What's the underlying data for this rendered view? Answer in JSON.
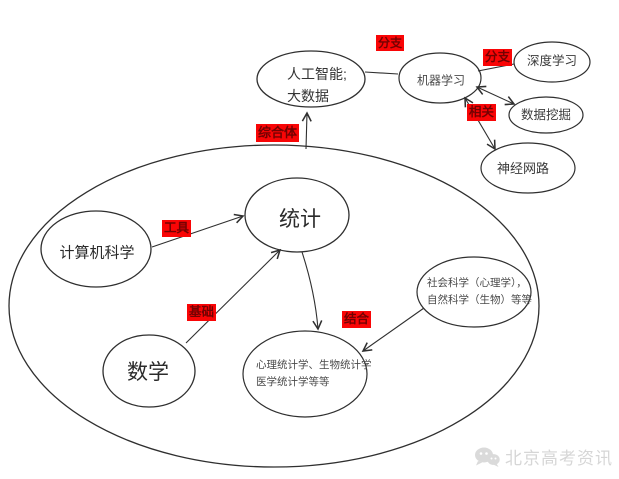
{
  "nodes": {
    "ai_bigdata": {
      "line1": "人工智能;",
      "line2": "大数据"
    },
    "machine_learning": {
      "label": "机器学习"
    },
    "deep_learning": {
      "label": "深度学习"
    },
    "data_mining": {
      "label": "数据挖掘"
    },
    "neural_network": {
      "label": "神经网路"
    },
    "statistics": {
      "label": "统计"
    },
    "computer_science": {
      "label": "计算机科学"
    },
    "mathematics": {
      "label": "数学"
    },
    "applied_statistics": {
      "line1": "心理统计学、生物统计学",
      "line2": "医学统计学等等"
    },
    "sciences": {
      "line1": "社会科学（心理学），",
      "line2": "自然科学（生物）等等"
    }
  },
  "edge_labels": {
    "branch_1": "分支",
    "branch_2": "分支",
    "related": "相关",
    "complex": "综合体",
    "tool": "工具",
    "foundation": "基础",
    "combine": "结合"
  },
  "watermark": {
    "text": "北京高考资讯",
    "icon": "wechat-icon"
  },
  "colors": {
    "stroke": "#2f2f2f",
    "label_bg": "#f90506",
    "label_text": "#730202",
    "watermark_text": "#d6d6d6"
  }
}
